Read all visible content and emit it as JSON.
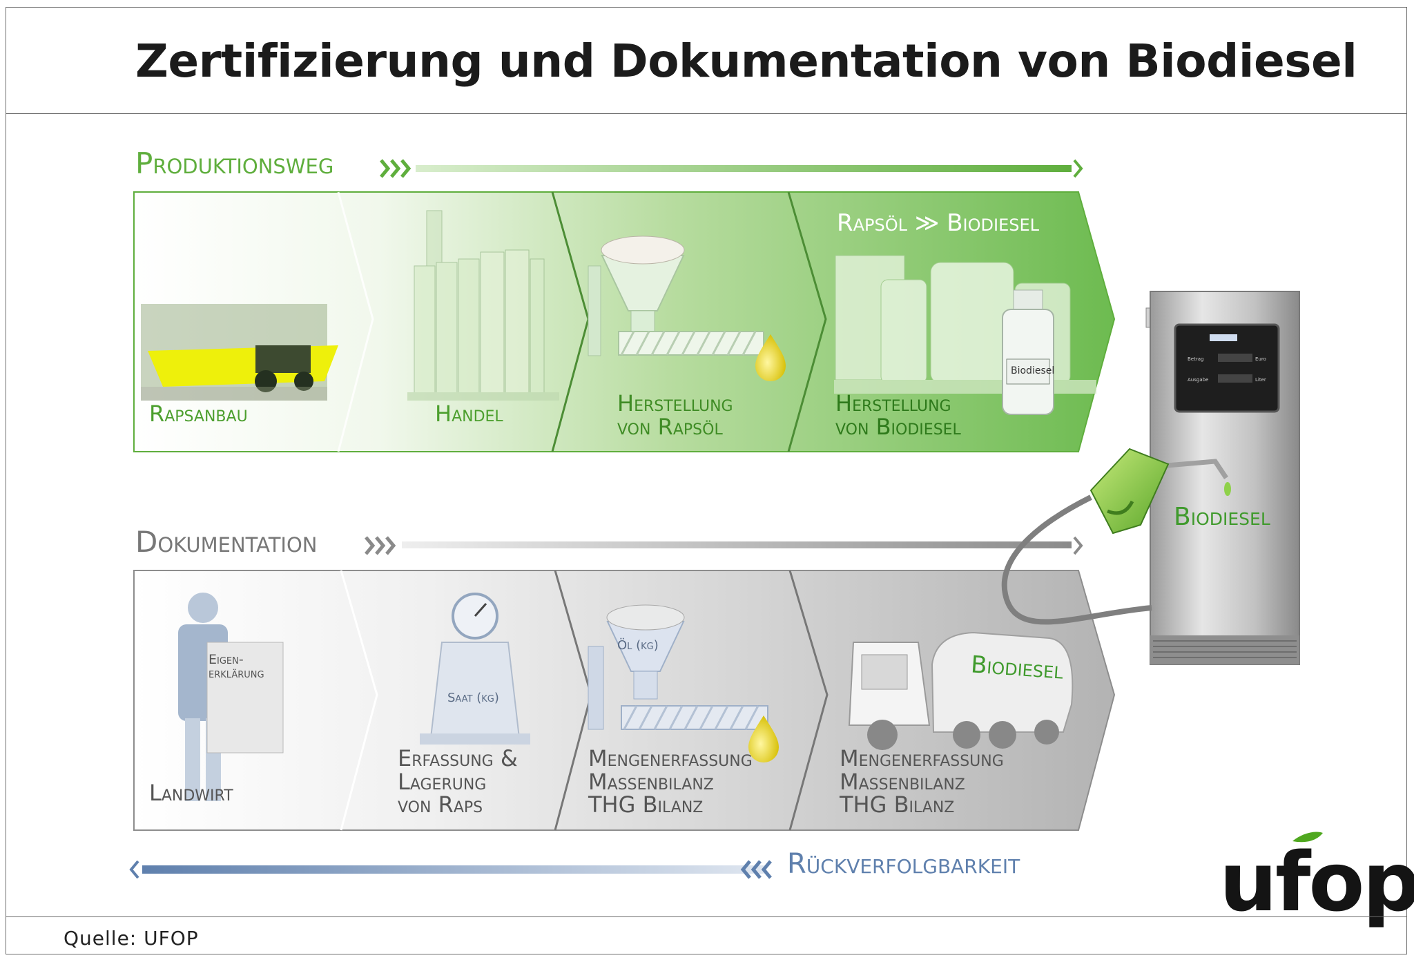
{
  "title": "Zertifizierung und Dokumentation von Biodiesel",
  "source": "Quelle: UFOP",
  "production": {
    "headline": "Produktionsweg",
    "steps": [
      {
        "lines": [
          "Rapsanbau"
        ]
      },
      {
        "lines": [
          "Handel"
        ]
      },
      {
        "lines": [
          "Herstellung",
          "von Rapsöl"
        ]
      },
      {
        "lines": [
          "Herstellung",
          "von Biodiesel"
        ],
        "caption": "Rapsöl ≫ Biodiesel",
        "bottle_label": "Biodiesel"
      }
    ]
  },
  "documentation": {
    "headline": "Dokumentation",
    "steps": [
      {
        "lines": [
          "Landwirt"
        ],
        "sign": [
          "Eigen-",
          "erklärung"
        ]
      },
      {
        "lines": [
          "Erfassung &",
          "Lagerung",
          "von Raps"
        ],
        "sack_label": "Saat (kg)"
      },
      {
        "lines": [
          "Mengenerfassung",
          "Massenbilanz",
          "THG Bilanz"
        ],
        "funnel_label": "Öl (kg)"
      },
      {
        "lines": [
          "Mengenerfassung",
          "Massenbilanz",
          "THG Bilanz"
        ],
        "truck_label": "Biodiesel"
      }
    ]
  },
  "traceability": {
    "headline": "Rückverfolgbarkeit"
  },
  "pump": {
    "label": "Biodiesel",
    "display_rows": [
      {
        "left": "Betrag",
        "right": "Euro"
      },
      {
        "left": "Ausgabe",
        "right": "Liter"
      }
    ]
  },
  "logo": "ufop",
  "colors": {
    "green_accent": "#5fae3d",
    "green_text": "#3f9a2c",
    "gray_text": "#6a6a6a",
    "blue_arrow": "#5f80ad"
  }
}
